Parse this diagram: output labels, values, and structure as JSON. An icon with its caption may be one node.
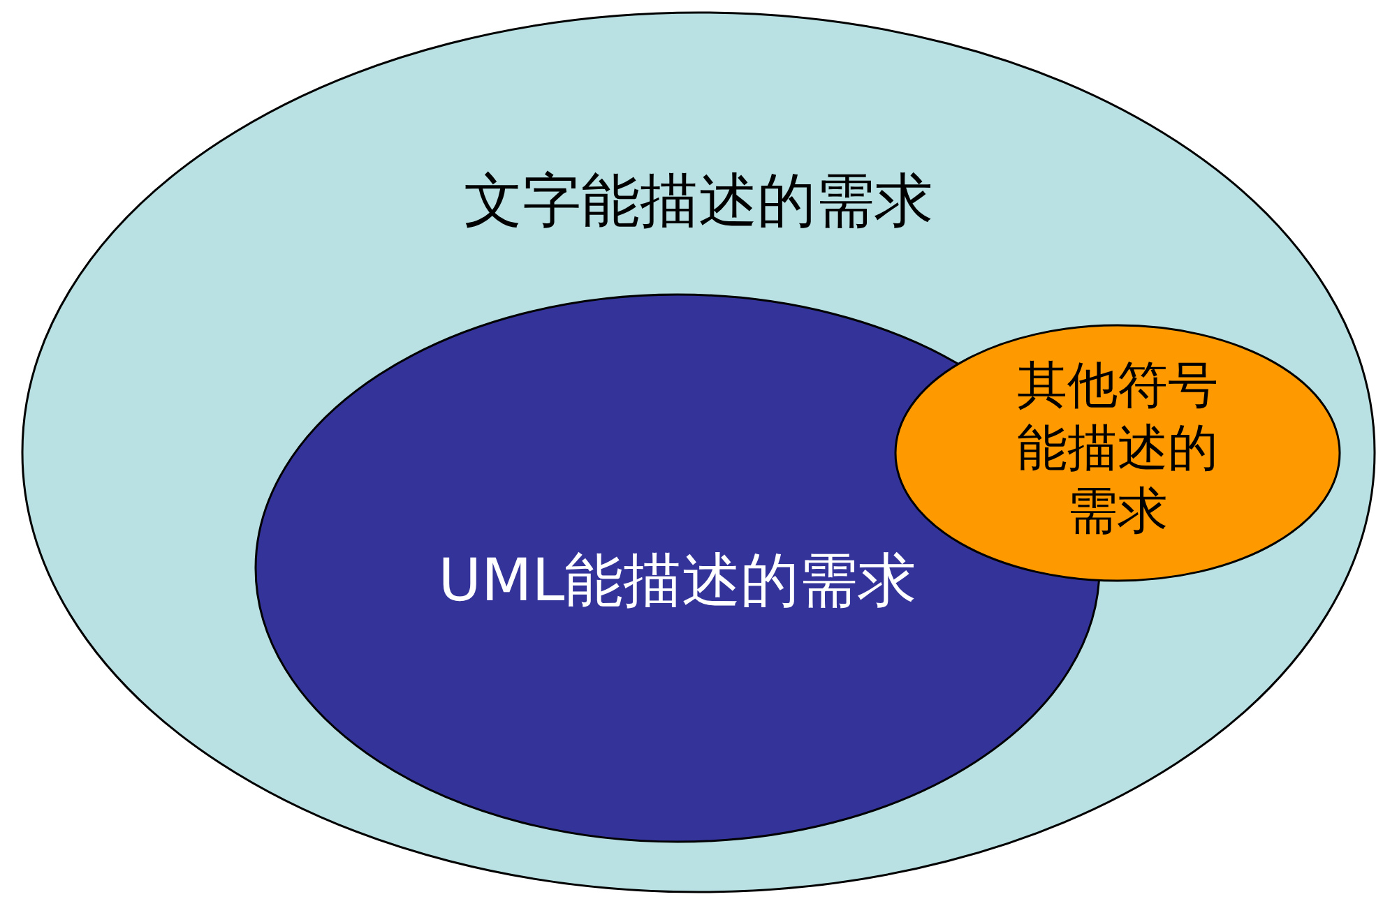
{
  "diagram": {
    "nodes": [
      {
        "text": [
          "文字能描述的需求"
        ]
      },
      {
        "text": [
          "UML能描述的需求"
        ],
        "in": 0
      },
      {
        "text": [
          "其他符号能描述的需求"
        ],
        "in": 0
      }
    ]
  }
}
